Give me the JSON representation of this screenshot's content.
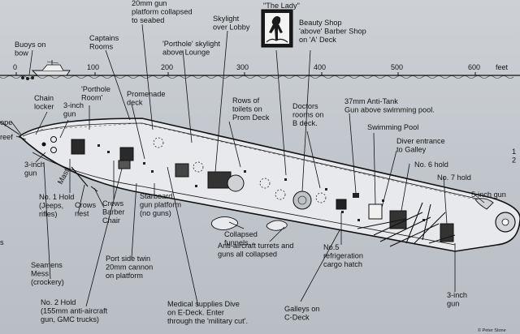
{
  "scale": {
    "ticks": [
      "0",
      "100",
      "200",
      "300",
      "400",
      "500",
      "600"
    ],
    "unit": "feet"
  },
  "lady_title": "\"The Lady\"",
  "labels": {
    "buoys": [
      "Buoys on",
      "bow"
    ],
    "captains": [
      "Captains",
      "Rooms"
    ],
    "gun20mm": [
      "20mm gun",
      "platform collapsed",
      "to seabed"
    ],
    "porthole_lounge": [
      "'Porthole' skylight",
      "above Lounge"
    ],
    "skylight": [
      "Skylight",
      "over Lobby"
    ],
    "beauty": [
      "Beauty Shop",
      "'above' Barber Shop",
      "on 'A' Deck"
    ],
    "chain": [
      "Chain",
      "locker"
    ],
    "porthole_room": [
      "'Porthole",
      "Room'"
    ],
    "gun3_top": [
      "3-inch",
      "gun"
    ],
    "promenade": [
      "Promenade",
      "deck"
    ],
    "toilets": [
      "Rows of",
      "toilets on",
      "Prom Deck"
    ],
    "doctors": [
      "Doctors",
      "rooms on",
      "B deck."
    ],
    "antitank": [
      "37mm Anti-Tank",
      "Gun above swimming pool."
    ],
    "pool": [
      "Swimming Pool"
    ],
    "diver": [
      "Diver entrance",
      "to Galley"
    ],
    "hold6": [
      "No. 6 hold"
    ],
    "hold7": [
      "No. 7 hold"
    ],
    "gun5": [
      "5-inch gun"
    ],
    "rope": [
      "ope"
    ],
    "reef": [
      "reef"
    ],
    "gun3_left": [
      "3-inch",
      "gun"
    ],
    "mast": [
      "Mast"
    ],
    "hold1": [
      "No. 1 Hold",
      "(Jeeps,",
      "rifles)"
    ],
    "crows": [
      "Crows",
      "nest"
    ],
    "barber": [
      "Crews",
      "Barber",
      "Chair"
    ],
    "starboard": [
      "Starboard",
      "gun platform",
      "(no guns)"
    ],
    "funnels": [
      "Collapsed",
      "funnels."
    ],
    "aa": [
      "Anti-aircraft turrets and",
      "guns all collapsed"
    ],
    "refrig": [
      "No.5",
      "refrigeration",
      "cargo hatch"
    ],
    "gun3_right": [
      "3-inch",
      "gun"
    ],
    "seamens": [
      "Seamens",
      "Mess",
      "(crockery)"
    ],
    "portside": [
      "Port side  twin",
      "20mm cannon",
      "on platform"
    ],
    "hold2": [
      "No. 2 Hold",
      "(155mm anti-aircraft",
      "gun, GMC trucks)"
    ],
    "medical": [
      "Medical supplies Dive",
      "on E-Deck. Enter",
      "through the 'military cut'."
    ],
    "galleys": [
      "Galleys on",
      "C-Deck"
    ],
    "left_edge": [
      "s"
    ],
    "right_edge": [
      "1",
      "2"
    ]
  },
  "credit": "© Peter Stone",
  "colors": {
    "background": "#c4c9cf",
    "hull_fill": "#e7e9ec",
    "line": "#111111"
  }
}
